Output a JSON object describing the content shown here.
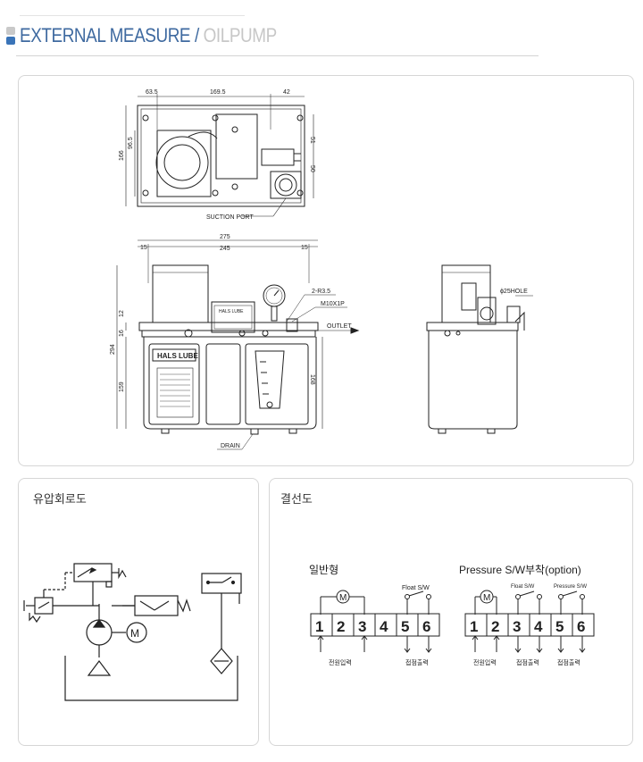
{
  "header": {
    "title": "EXTERNAL MEASURE",
    "separator": "/",
    "subtitle": "OILPUMP"
  },
  "drawing": {
    "top_view": {
      "dims": [
        "63.5",
        "169.5",
        "42",
        "96.5",
        "166",
        "51",
        "50"
      ],
      "suction_label": "SUCTION PORT"
    },
    "front_view": {
      "dims": [
        "275",
        "15",
        "245",
        "15",
        "12",
        "16",
        "294",
        "159",
        "168"
      ],
      "brand": "HALS LUBE",
      "plate_brand": "HALS LUBE",
      "r_label": "2-R3.5",
      "m_label": "M10X1P",
      "outlet_label": "OUTLET",
      "drain_label": "DRAIN"
    },
    "side_view": {
      "hole_label": "ϕ25HOLE"
    }
  },
  "hydraulic": {
    "title": "유압회로도",
    "motor": "M"
  },
  "wiring": {
    "title": "결선도",
    "standard": {
      "title": "일반형",
      "motor": "M",
      "float_label": "Float S/W",
      "terminals": [
        "1",
        "2",
        "3",
        "4",
        "5",
        "6"
      ],
      "power_label": "전원입력",
      "contact_label": "접점출력"
    },
    "pressure": {
      "title": "Pressure S/W부착(option)",
      "motor": "M",
      "float_label": "Float S/W",
      "pressure_label": "Pressure S/W",
      "terminals": [
        "1",
        "2",
        "3",
        "4",
        "5",
        "6"
      ],
      "power_label": "전원입력",
      "contact1_label": "접점출력",
      "contact2_label": "접점출력"
    }
  }
}
